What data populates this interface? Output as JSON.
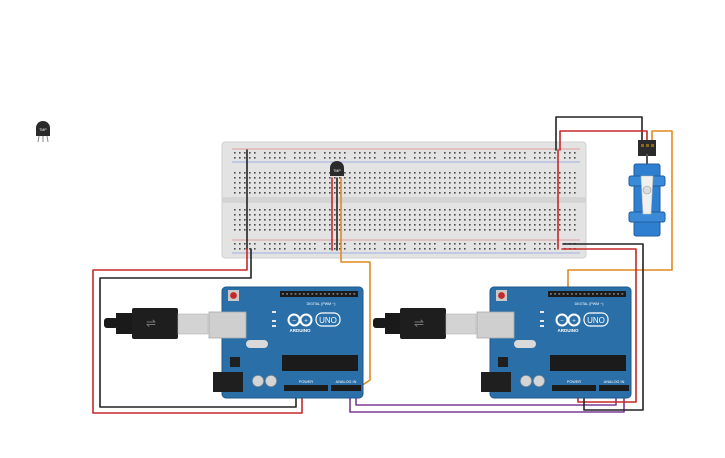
{
  "app": {
    "canvas": "circuit-editor"
  },
  "components": {
    "ir_receiver_palette": {
      "label": "TMP"
    },
    "ir_sensor_board": {
      "label": "TMP"
    },
    "arduino_left": {
      "brand": "ARDUINO",
      "model": "UNO",
      "digital_label": "DIGITAL (PWM ~)",
      "power_label": "POWER",
      "analog_label": "ANALOG IN"
    },
    "arduino_right": {
      "brand": "ARDUINO",
      "model": "UNO",
      "digital_label": "DIGITAL (PWM ~)",
      "power_label": "POWER",
      "analog_label": "ANALOG IN"
    }
  },
  "colors": {
    "board": "#2a6fa8",
    "board_dark": "#1e5a8c",
    "breadboard": "#e2e2e2",
    "servo": "#2f7fd0",
    "wire_red": "#c62828",
    "wire_black": "#222222",
    "wire_orange": "#e08a1e",
    "wire_purple": "#7b3a96",
    "usb_black": "#1a1a1a",
    "usb_silver": "#cfcfcf"
  }
}
